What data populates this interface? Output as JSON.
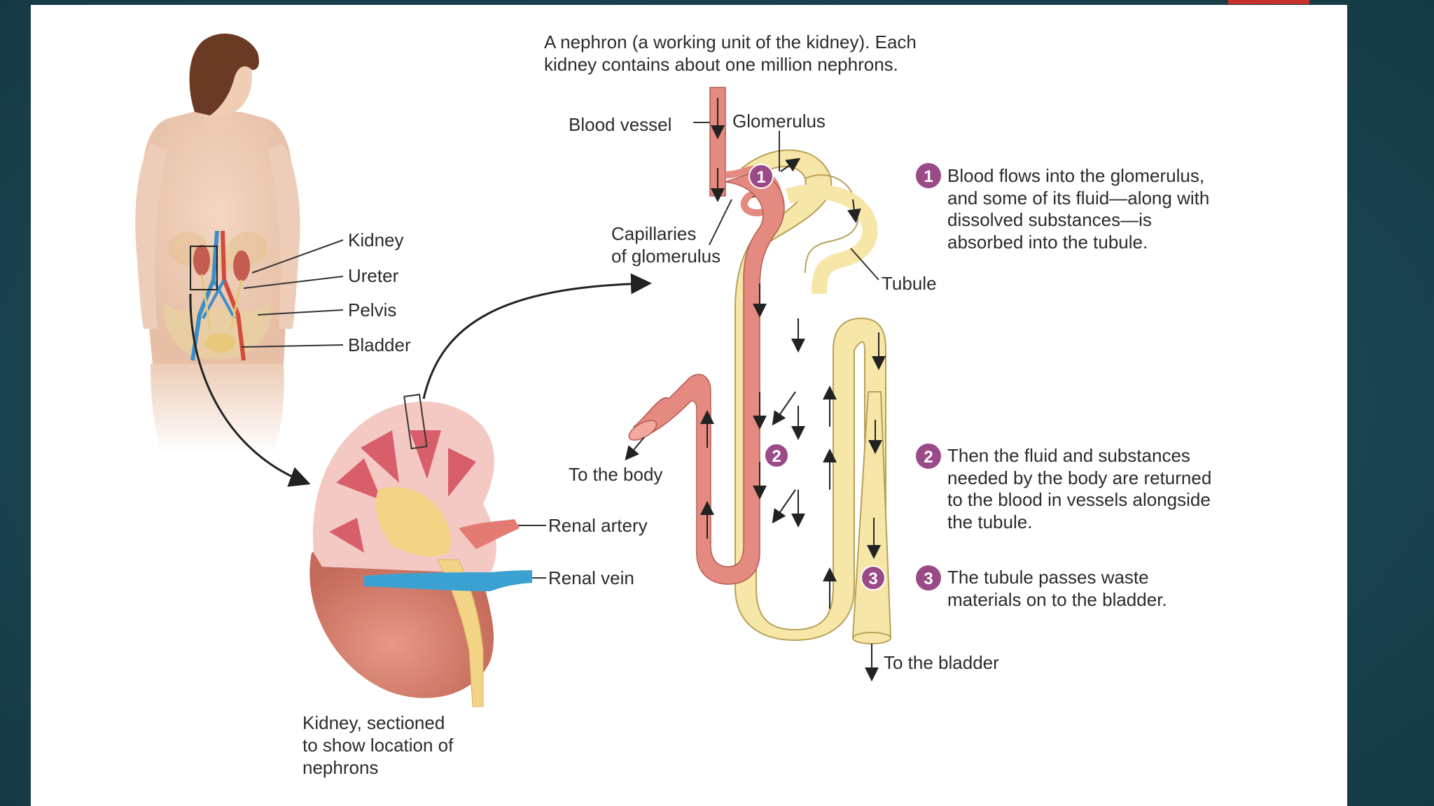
{
  "colors": {
    "background": "#1d4a57",
    "slide": "#ffffff",
    "accent": "#c8302c",
    "vessel": "#e48a80",
    "tubule": "#f6e6a8",
    "step_badge": "#9a4a86"
  },
  "nephron_caption": "A nephron (a working unit of the kidney). Each\nkidney contains about one million nephrons.",
  "labels": {
    "kidney": "Kidney",
    "ureter": "Ureter",
    "pelvis": "Pelvis",
    "bladder": "Bladder",
    "blood_vessel": "Blood vessel",
    "glomerulus": "Glomerulus",
    "capillaries": "Capillaries\nof glomerulus",
    "tubule": "Tubule",
    "to_body": "To the body",
    "renal_artery": "Renal artery",
    "renal_vein": "Renal vein",
    "to_bladder": "To the bladder",
    "kidney_section_caption": "Kidney, sectioned\nto show location of\nnephrons"
  },
  "steps": [
    {
      "number": "1",
      "text": "Blood flows into the glomerulus,\nand some of its fluid—along with\ndissolved substances—is\nabsorbed into the tubule."
    },
    {
      "number": "2",
      "text": "Then the fluid and substances\nneeded by the body are returned\nto the blood in vessels alongside\nthe tubule."
    },
    {
      "number": "3",
      "text": "The tubule passes waste\nmaterials on to the bladder."
    }
  ]
}
